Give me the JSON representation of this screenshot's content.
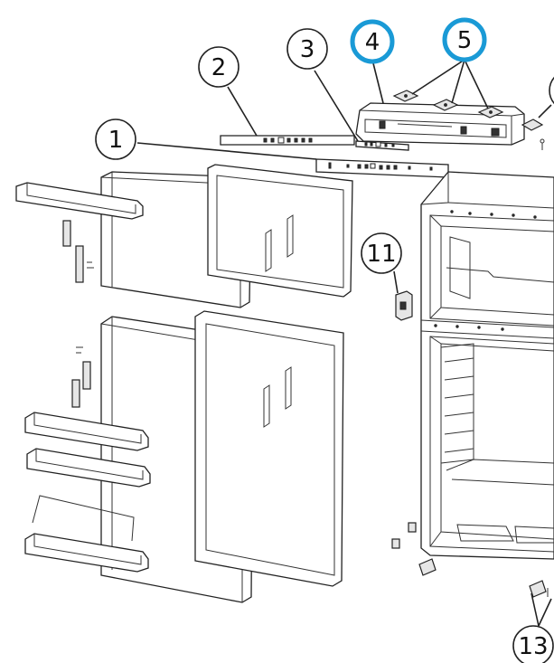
{
  "callouts": [
    {
      "id": "c1",
      "label": "1",
      "highlight": false
    },
    {
      "id": "c2",
      "label": "2",
      "highlight": false
    },
    {
      "id": "c3",
      "label": "3",
      "highlight": false
    },
    {
      "id": "c4",
      "label": "4",
      "highlight": true
    },
    {
      "id": "c5",
      "label": "5",
      "highlight": true
    },
    {
      "id": "c11",
      "label": "11",
      "highlight": false
    },
    {
      "id": "c13",
      "label": "13",
      "highlight": false
    }
  ],
  "colors": {
    "highlight_ring": "#1a9ad6",
    "line": "#222222",
    "background": "#ffffff"
  }
}
